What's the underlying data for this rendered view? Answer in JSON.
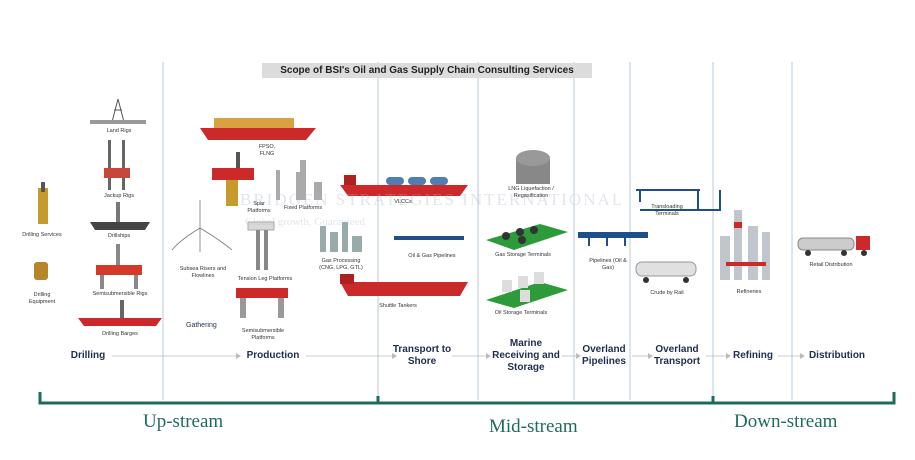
{
  "title": "Scope of BSI's Oil and Gas Supply Chain Consulting Services",
  "watermark": "BRIDGEN STRATEGIES INTERNATIONAL",
  "watermark_sub": "Global growth, Guaranteed",
  "items": {
    "drilling_services": "Drilling Services",
    "drilling_equipment": "Drilling Equipment",
    "land_rigs": "Land Rigs",
    "jackup_rigs": "Jackup Rigs",
    "drillships": "Drillships",
    "semisub_rigs": "Semisubmersible Rigs",
    "drilling_barges": "Drilling Barges",
    "fpso": "FPSO, FLNG",
    "spar": "Spar Platforms",
    "fixed_platforms": "Fixed Platforms",
    "subsea": "Subsea Risers and Flowlines",
    "tension_leg": "Tension Leg Platforms",
    "semisub_platforms": "Semisubmersible Platforms",
    "gathering": "Gathering",
    "vlccs": "VLCCs",
    "gas_processing": "Gas Processing (CNG, LPG, GTL)",
    "pipelines_oil_gas": "Oil & Gas Pipelines",
    "shuttle_tankers": "Shuttle Tankers",
    "lng": "LNG Liquefaction / Regasification",
    "gas_storage": "Gas Storage Terminals",
    "oil_storage": "Oil Storage Terminals",
    "pipelines": "Pipelines (Oil & Gas)",
    "transloading": "Transloading Terminals",
    "crude_rail": "Crude by Rail",
    "refineries": "Refineries",
    "retail": "Retail Distribution"
  },
  "stages": {
    "drilling": "Drilling",
    "production": "Production",
    "transport_to_shore": "Transport to Shore",
    "marine": "Marine Receiving and Storage",
    "overland_pipelines": "Overland Pipelines",
    "overland_transport": "Overland Transport",
    "refining": "Refining",
    "distribution": "Distribution"
  },
  "segments": {
    "upstream": "Up-stream",
    "midstream": "Mid-stream",
    "downstream": "Down-stream"
  },
  "colors": {
    "bracket": "#1e6b5c",
    "divider": "#b8c8d8",
    "ship_red": "#cc2a2a",
    "navy": "#1e2d4a",
    "green_terminal": "#2e9b3a"
  }
}
